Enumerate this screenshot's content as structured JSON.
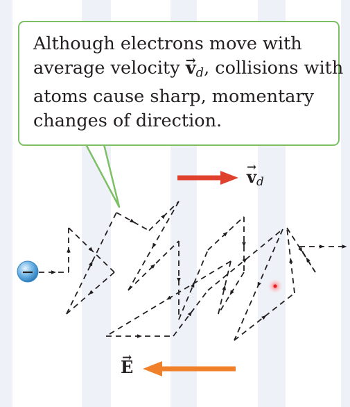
{
  "callout": {
    "lines": [
      {
        "before": "Although electrons move with",
        "vec": "",
        "sub": "",
        "after": ""
      },
      {
        "before": "average velocity ",
        "vec": "v",
        "sub": "d",
        "after": ", collisions with"
      },
      {
        "before": "atoms cause sharp, momentary",
        "vec": "",
        "sub": "",
        "after": ""
      },
      {
        "before": "changes of direction.",
        "vec": "",
        "sub": "",
        "after": ""
      }
    ]
  },
  "drift_label": {
    "vec": "v",
    "sub": "d"
  },
  "field_label": {
    "vec": "E"
  },
  "electron": {
    "symbol": "−"
  },
  "colors": {
    "callout_border": "#7cbf64",
    "drift_arrow": "#e0412c",
    "field_arrow": "#f0802a",
    "electron": "#6fb4e6",
    "path": "#231f20",
    "background_stripe": "#eef1f7"
  }
}
